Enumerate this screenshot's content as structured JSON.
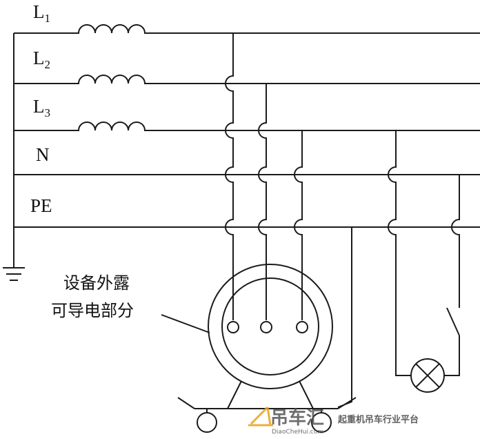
{
  "labels": {
    "l1": {
      "main": "L",
      "sub": "1"
    },
    "l2": {
      "main": "L",
      "sub": "2"
    },
    "l3": {
      "main": "L",
      "sub": "3"
    },
    "n": "N",
    "pe": "PE"
  },
  "callout": {
    "line1": "设备外露",
    "line2": "可导电部分"
  },
  "watermark": {
    "brand": "吊车汇",
    "url": "DiaoCheHui.com",
    "slogan": "起重机吊车行业平台"
  },
  "colors": {
    "stroke": "#1a1a1a",
    "background": "#ffffff",
    "watermark_accent": "#e8a21a"
  }
}
